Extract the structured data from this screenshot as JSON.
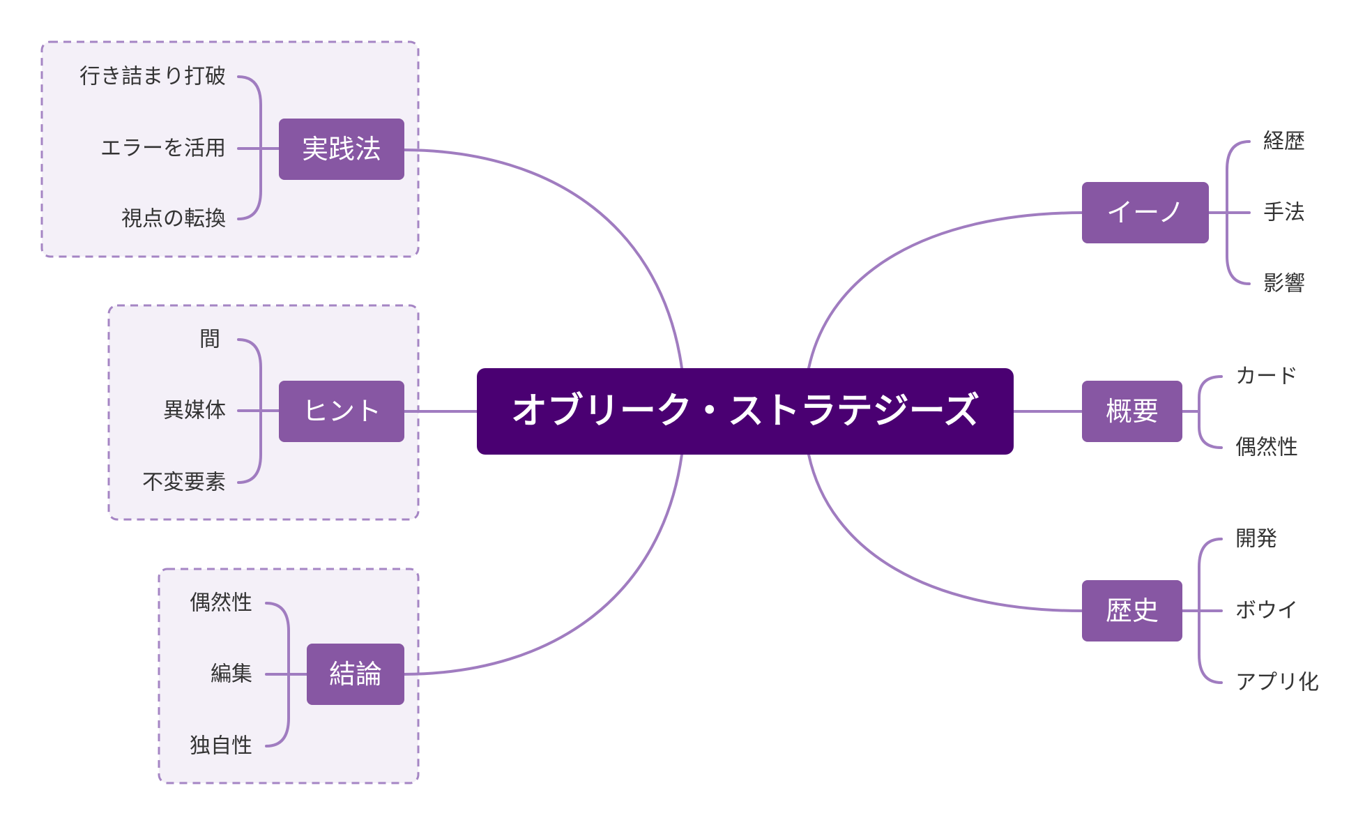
{
  "root": {
    "label": "オブリーク・ストラテジーズ"
  },
  "branches": [
    {
      "id": "practice",
      "label": "実践法",
      "leaves": [
        "行き詰まり打破",
        "エラーを活用",
        "視点の転換"
      ]
    },
    {
      "id": "hints",
      "label": "ヒント",
      "leaves": [
        "間",
        "異媒体",
        "不変要素"
      ]
    },
    {
      "id": "conclusion",
      "label": "結論",
      "leaves": [
        "偶然性",
        "編集",
        "独自性"
      ]
    },
    {
      "id": "eno",
      "label": "イーノ",
      "leaves": [
        "経歴",
        "手法",
        "影響"
      ]
    },
    {
      "id": "overview",
      "label": "概要",
      "leaves": [
        "カード",
        "偶然性"
      ]
    },
    {
      "id": "history",
      "label": "歴史",
      "leaves": [
        "開発",
        "ボウイ",
        "アプリ化"
      ]
    }
  ],
  "colors": {
    "root_fill": "#4a0072",
    "branch_fill": "#8757a3",
    "edge": "#a07cc0",
    "group_fill": "#f4f0f8",
    "group_stroke": "#a585c4",
    "leaf_text": "#333333"
  }
}
